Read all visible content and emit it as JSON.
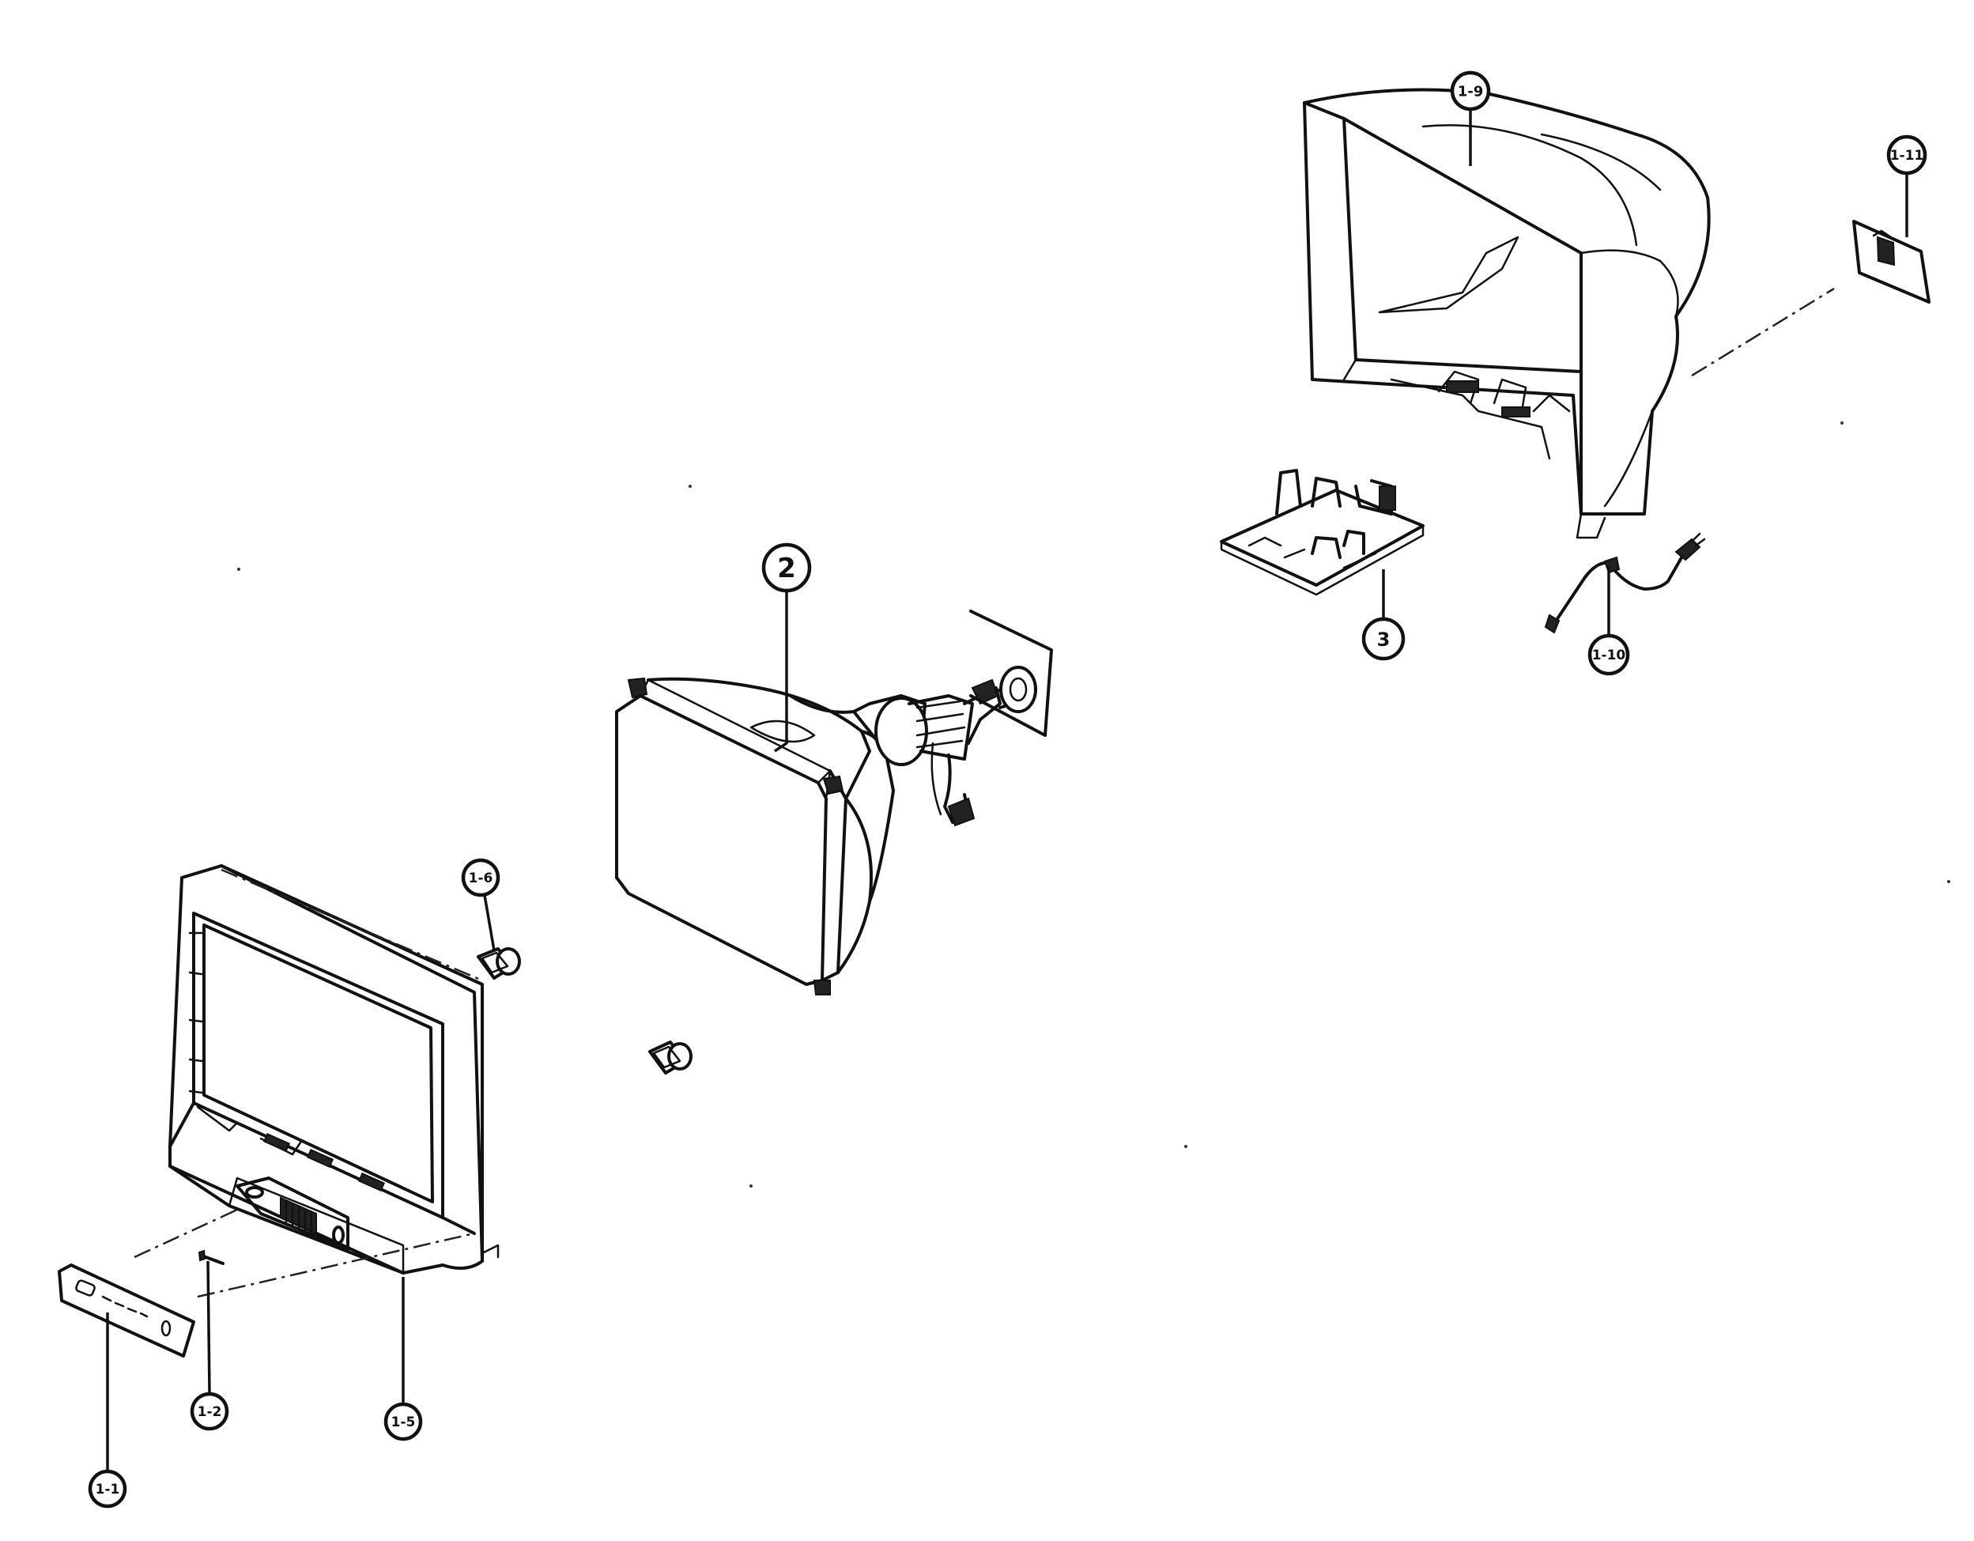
{
  "callouts": [
    {
      "id": "c-2",
      "label": "2"
    },
    {
      "id": "c-3",
      "label": "3"
    },
    {
      "id": "c-1-9",
      "label": "1-9"
    },
    {
      "id": "c-1-11",
      "label": "1-11"
    },
    {
      "id": "c-1-10",
      "label": "1-10"
    },
    {
      "id": "c-1-6",
      "label": "1-6"
    },
    {
      "id": "c-1-2",
      "label": "1-2"
    },
    {
      "id": "c-1-5",
      "label": "1-5"
    },
    {
      "id": "c-1-1",
      "label": "1-1"
    }
  ],
  "colors": {
    "line": "#111111",
    "background": "#ffffff",
    "shade": "#d9d9d9"
  }
}
